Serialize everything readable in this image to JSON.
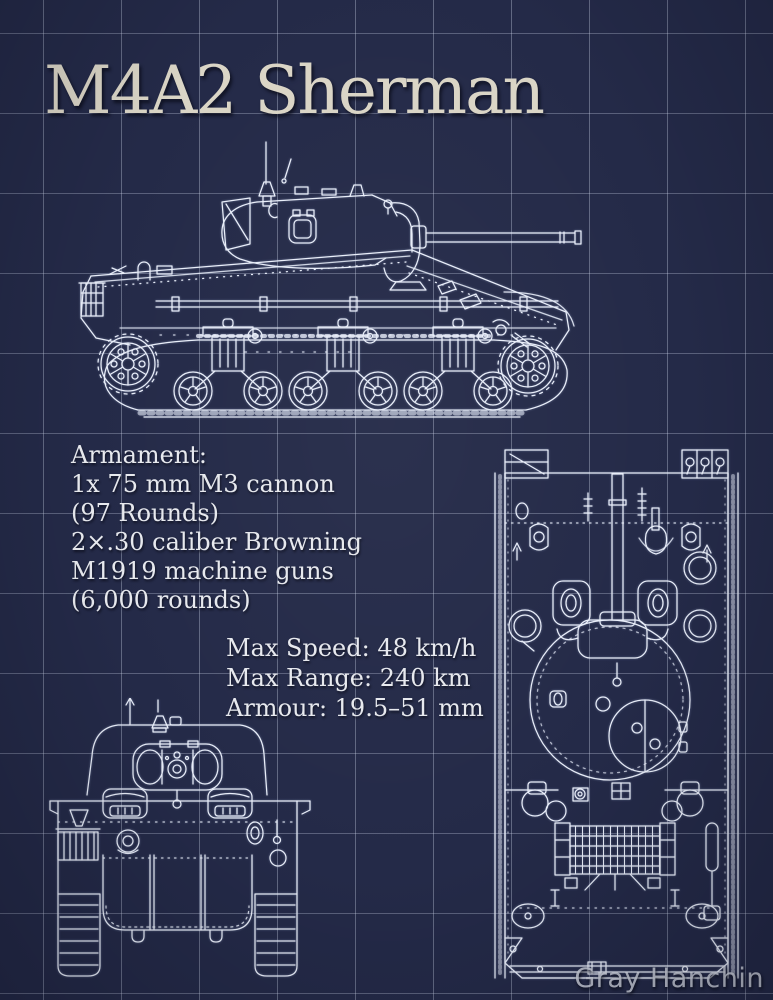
{
  "title": "M4A2 Sherman",
  "armament": {
    "lines": [
      "Armament:",
      "1x 75 mm M3 cannon",
      "(97 Rounds)",
      "2×.30 caliber Browning",
      "M1919 machine guns",
      "(6,000 rounds)"
    ]
  },
  "performance": {
    "lines": [
      "Max Speed: 48 km/h",
      "Max Range: 240 km",
      "Armour: 19.5–51 mm"
    ]
  },
  "watermark": "Gray Hanchin",
  "drawings": {
    "side_view": "M4A2 Sherman side elevation blueprint drawing",
    "front_view": "M4A2 Sherman front elevation blueprint drawing",
    "top_view": "M4A2 Sherman top plan blueprint drawing"
  },
  "colors": {
    "background": "#242a48",
    "grid_line": "#aeb8d4",
    "ink": "#e9eef9",
    "title_text": "#dad5c6",
    "spec_text": "#e7e9ee",
    "watermark_text": "#d0d5e0"
  }
}
